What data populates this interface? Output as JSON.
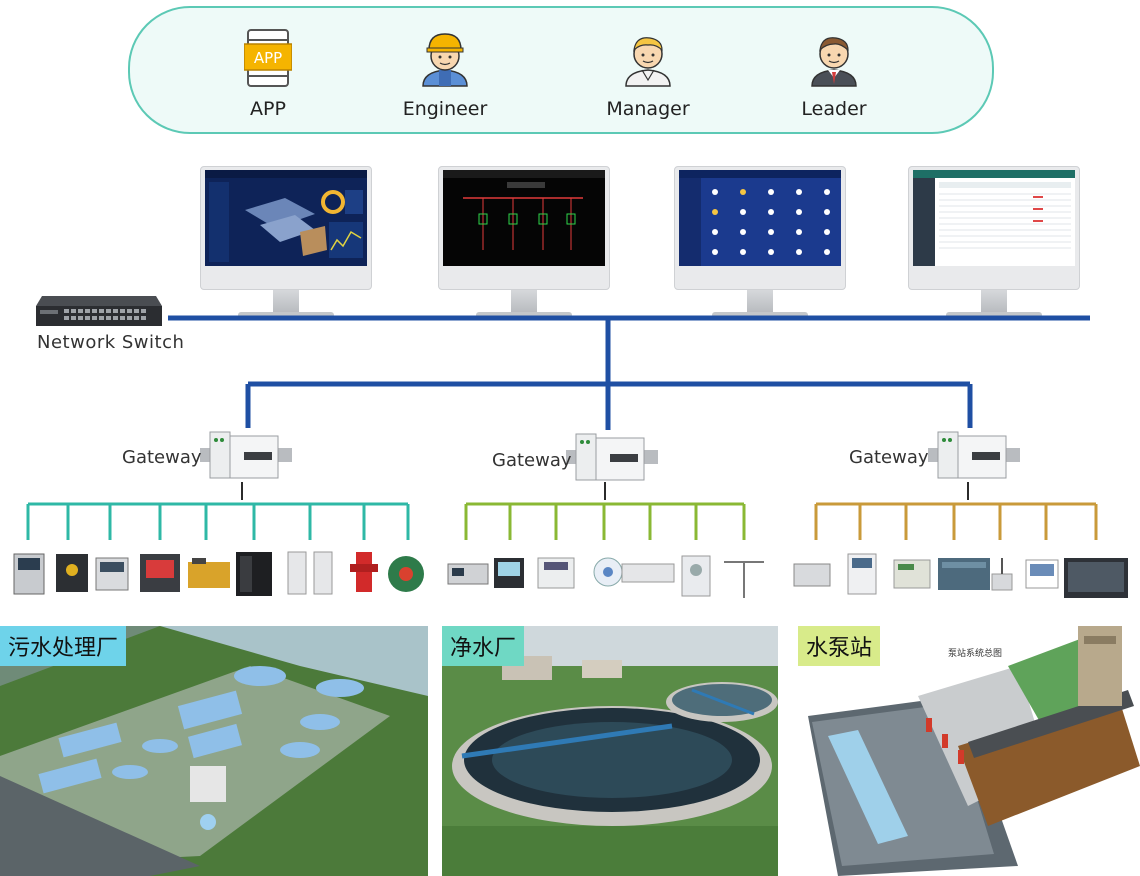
{
  "users": [
    {
      "label": "APP",
      "icon": "app-icon"
    },
    {
      "label": "Engineer",
      "icon": "engineer-icon"
    },
    {
      "label": "Manager",
      "icon": "manager-icon"
    },
    {
      "label": "Leader",
      "icon": "leader-icon"
    }
  ],
  "app_badge": "APP",
  "network_switch": {
    "label": "Network Switch"
  },
  "gateways": [
    {
      "label": "Gateway"
    },
    {
      "label": "Gateway"
    },
    {
      "label": "Gateway"
    }
  ],
  "sites": [
    {
      "title": "污水处理厂"
    },
    {
      "title": "净水厂"
    },
    {
      "title": "水泵站"
    }
  ],
  "pump_station_caption": "泵站系统总图",
  "colors": {
    "backbone": "#1f4fa3",
    "branch_1": "#2fb8a6",
    "branch_2": "#8ab834",
    "branch_3": "#c99a3a",
    "pill_border": "#5cc9b5",
    "site_title_1": "#6ed3ea",
    "site_title_2": "#6fd8c4",
    "site_title_3": "#d8eb8a"
  }
}
